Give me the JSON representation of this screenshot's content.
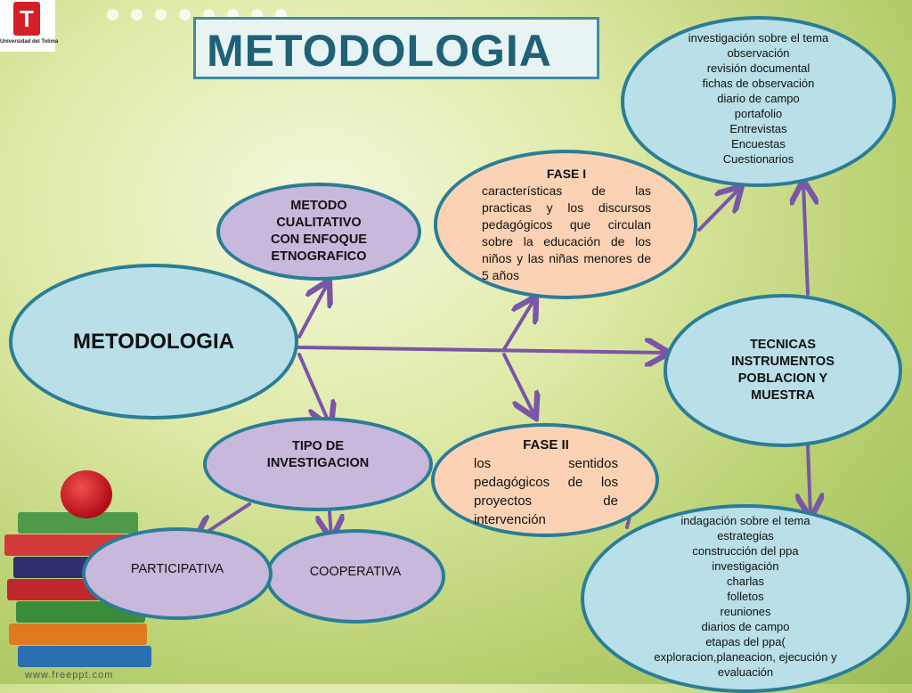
{
  "header": {
    "logo_text": "Universidad del Tolima",
    "logo_letter": "T",
    "title": "METODOLOGIA"
  },
  "nodes": {
    "center": "METODOLOGIA",
    "metodo": [
      "METODO",
      "CUALITATIVO",
      "CON ENFOQUE",
      "ETNOGRAFICO"
    ],
    "tipo": [
      "TIPO DE",
      "INVESTIGACION"
    ],
    "participativa": "PARTICIPATIVA",
    "cooperativa": "COOPERATIVA",
    "fase1": {
      "title": "FASE I",
      "body": "características de las practicas y los discursos pedagógicos que circulan sobre la educación de los niños y las niñas menores de 5 años"
    },
    "fase2": {
      "title": "FASE II",
      "body": "los sentidos pedagógicos de los proyectos de intervención"
    },
    "tecnicas": [
      "TECNICAS",
      "INSTRUMENTOS",
      "POBLACION Y",
      "MUESTRA"
    ]
  },
  "top_list": [
    "investigación sobre el tema",
    "observación",
    "revisión documental",
    "fichas de observación",
    "diario de campo",
    "portafolio",
    "Entrevistas",
    "Encuestas",
    "Cuestionarios"
  ],
  "bottom_list": [
    "indagación sobre el tema",
    "estrategias",
    "construcción del ppa",
    "investigación",
    "charlas",
    "folletos",
    "reuniones",
    "diarios de campo",
    "etapas del ppa(",
    "exploracion,planeacion, ejecución y",
    "evaluación"
  ],
  "footer": "www.freeppt.com",
  "colors": {
    "arrow": "#7a55a8",
    "border": "#2a7d96",
    "blue_fill": "#b9dfe8",
    "lavender_fill": "#c7b8dc",
    "peach_fill": "#fbd3b4"
  }
}
